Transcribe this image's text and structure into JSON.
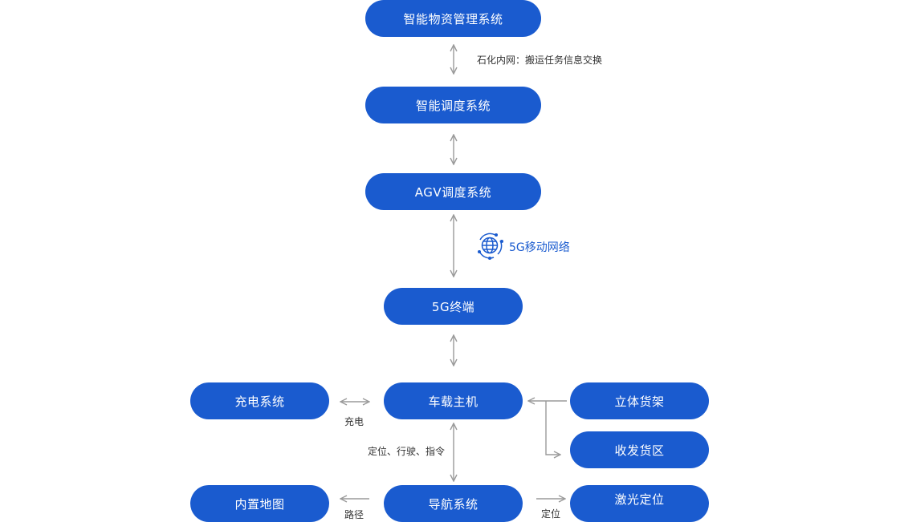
{
  "nodes": {
    "wms": "智能物资管理系统",
    "dispatch": "智能调度系统",
    "agv": "AGV调度系统",
    "terminal": "5G终端",
    "host": "车载主机",
    "charging": "充电系统",
    "shelf": "立体货架",
    "pickup": "收发货区",
    "map": "内置地图",
    "nav": "导航系统",
    "laser": "激光定位"
  },
  "labels": {
    "intranet": "石化内网：搬运任务信息交换",
    "network": "5G移动网络",
    "charge": "充电",
    "locate_drive": "定位、行驶、指令",
    "path": "路径",
    "locate": "定位"
  },
  "colors": {
    "node": "#1a5bcf",
    "arrow": "#9a9a9a",
    "accent": "#1a5bcf"
  }
}
